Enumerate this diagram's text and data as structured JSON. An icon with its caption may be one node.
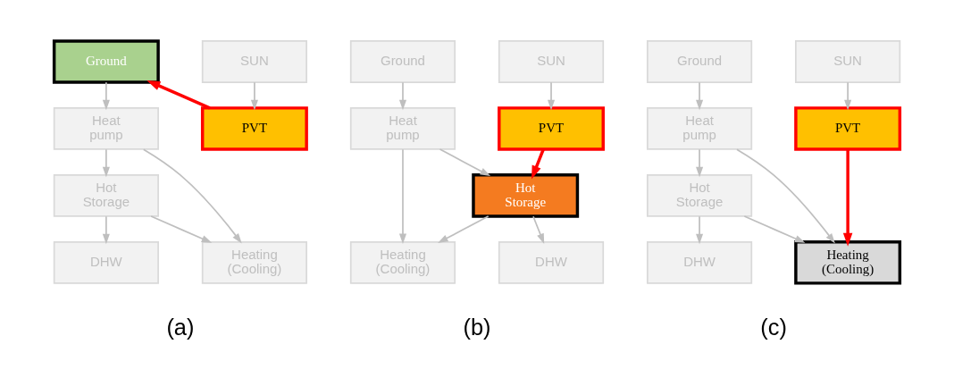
{
  "diagram": {
    "nodes": [
      {
        "text": [
          "SUN"
        ]
      },
      {
        "text": [
          "Ground"
        ]
      },
      {
        "text": [
          "PVT"
        ]
      },
      {
        "text": [
          "Heat pump"
        ]
      },
      {
        "text": [
          "Hot Storage"
        ]
      },
      {
        "text": [
          "Heating (Cooling)"
        ]
      },
      {
        "text": [
          "DHW"
        ]
      },
      {
        "text": [
          "SUN"
        ]
      },
      {
        "text": [
          "Ground"
        ]
      },
      {
        "text": [
          "PVT"
        ]
      },
      {
        "text": [
          "Heat pump"
        ]
      },
      {
        "text": [
          "Hot Storage"
        ]
      },
      {
        "text": [
          "Heating (Cooling)"
        ]
      },
      {
        "text": [
          "DHW"
        ]
      },
      {
        "text": [
          "SUN"
        ]
      },
      {
        "text": [
          "Ground"
        ]
      },
      {
        "text": [
          "PVT"
        ]
      },
      {
        "text": [
          "Heat pump"
        ]
      },
      {
        "text": [
          "Hot Storage"
        ]
      },
      {
        "text": [
          "Heating (Cooling)"
        ]
      },
      {
        "text": [
          "DHW"
        ]
      }
    ],
    "edges": [
      {
        "from": 0,
        "to": 2,
        "arrow": "to"
      },
      {
        "from": 2,
        "to": 1,
        "arrow": "to",
        "style": "thick",
        "color": "#ff0000"
      },
      {
        "from": 1,
        "to": 3,
        "arrow": "to"
      },
      {
        "from": 3,
        "to": 4,
        "arrow": "to"
      },
      {
        "from": 3,
        "to": 5,
        "arrow": "to"
      },
      {
        "from": 4,
        "to": 5,
        "arrow": "to"
      },
      {
        "from": 4,
        "to": 6,
        "arrow": "to"
      },
      {
        "from": 7,
        "to": 9,
        "arrow": "to"
      },
      {
        "from": 9,
        "to": 11,
        "arrow": "to",
        "style": "thick",
        "color": "#ff0000"
      },
      {
        "from": 8,
        "to": 10,
        "arrow": "to"
      },
      {
        "from": 10,
        "to": 11,
        "arrow": "to"
      },
      {
        "from": 10,
        "to": 12,
        "arrow": "to"
      },
      {
        "from": 11,
        "to": 12,
        "arrow": "to"
      },
      {
        "from": 11,
        "to": 13,
        "arrow": "to"
      },
      {
        "from": 14,
        "to": 16,
        "arrow": "to"
      },
      {
        "from": 16,
        "to": 19,
        "arrow": "to",
        "style": "thick",
        "color": "#ff0000"
      },
      {
        "from": 15,
        "to": 17,
        "arrow": "to"
      },
      {
        "from": 17,
        "to": 18,
        "arrow": "to"
      },
      {
        "from": 17,
        "to": 19,
        "arrow": "to"
      },
      {
        "from": 18,
        "to": 19,
        "arrow": "to"
      },
      {
        "from": 18,
        "to": 20,
        "arrow": "to"
      }
    ],
    "labels": [
      "(a)",
      "(b)",
      "(c)"
    ]
  }
}
